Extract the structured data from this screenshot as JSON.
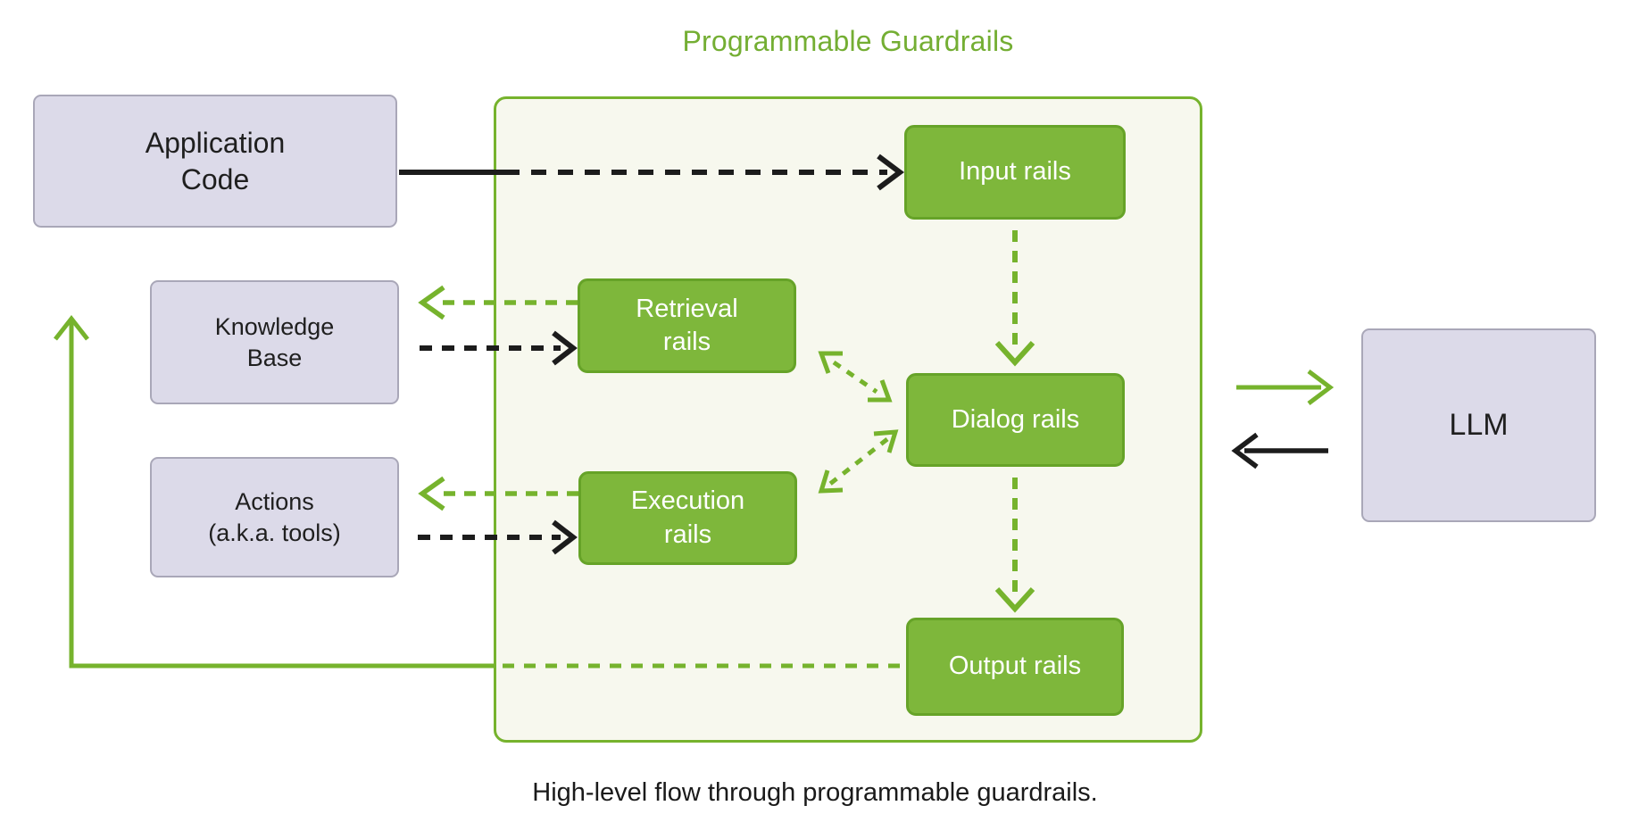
{
  "title": "Programmable Guardrails",
  "caption": "High-level flow through programmable guardrails.",
  "colors": {
    "brand_green": "#76b32d",
    "rail_box_fill": "#7eb73b",
    "rail_box_border": "#66a328",
    "panel_fill": "#f7f8ee",
    "external_box_fill": "#dcdae9",
    "external_box_border": "#a9a7b8",
    "arrow_black": "#1c1c1c",
    "rail_text": "#ffffff",
    "external_text": "#1f1f1f"
  },
  "nodes": {
    "application_code": {
      "lines": [
        "Application",
        "Code"
      ]
    },
    "knowledge_base": {
      "lines": [
        "Knowledge",
        "Base"
      ]
    },
    "actions": {
      "lines": [
        "Actions",
        "(a.k.a. tools)"
      ]
    },
    "llm": {
      "lines": [
        "LLM"
      ]
    },
    "input_rails": {
      "lines": [
        "Input rails"
      ]
    },
    "retrieval_rails": {
      "lines": [
        "Retrieval",
        "rails"
      ]
    },
    "dialog_rails": {
      "lines": [
        "Dialog rails"
      ]
    },
    "execution_rails": {
      "lines": [
        "Execution",
        "rails"
      ]
    },
    "output_rails": {
      "lines": [
        "Output rails"
      ]
    }
  },
  "edges": [
    {
      "from": "application_code",
      "to": "input_rails",
      "style": "black solid-then-dashed",
      "direction": "right"
    },
    {
      "from": "retrieval_rails",
      "to": "knowledge_base",
      "style": "green dashed",
      "direction": "left"
    },
    {
      "from": "knowledge_base",
      "to": "retrieval_rails",
      "style": "black dashed",
      "direction": "right"
    },
    {
      "from": "execution_rails",
      "to": "actions",
      "style": "green dashed",
      "direction": "left"
    },
    {
      "from": "actions",
      "to": "execution_rails",
      "style": "black dashed",
      "direction": "right"
    },
    {
      "from": "input_rails",
      "to": "dialog_rails",
      "style": "green dashed",
      "direction": "down"
    },
    {
      "from": "dialog_rails",
      "to": "output_rails",
      "style": "green dashed",
      "direction": "down"
    },
    {
      "from": "dialog_rails",
      "to": "retrieval_rails",
      "style": "green dashed",
      "direction": "both"
    },
    {
      "from": "dialog_rails",
      "to": "execution_rails",
      "style": "green dashed",
      "direction": "both"
    },
    {
      "from": "output_rails",
      "to": "application_code",
      "style": "green dashed-then-solid feedback loop",
      "direction": "left-up"
    },
    {
      "from": "guardrails_panel",
      "to": "llm",
      "style": "green solid",
      "direction": "right"
    },
    {
      "from": "llm",
      "to": "guardrails_panel",
      "style": "black solid",
      "direction": "left"
    }
  ]
}
